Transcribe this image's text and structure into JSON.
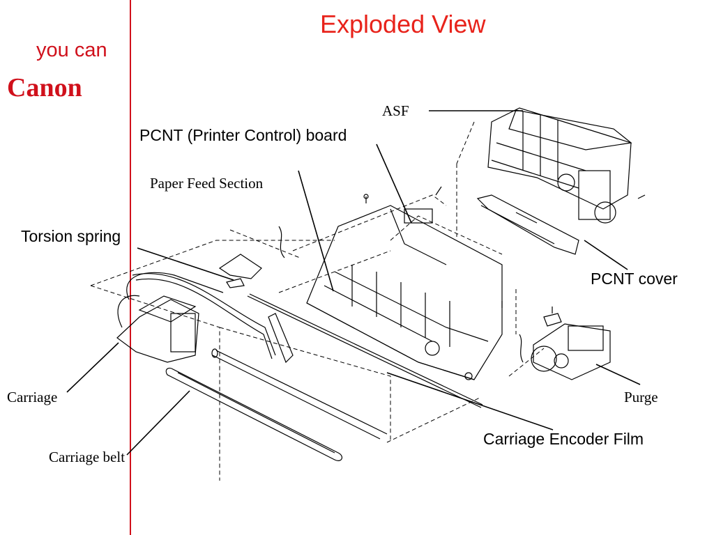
{
  "title": "Exploded View",
  "brand": {
    "tagline": "you can",
    "logo": "Canon"
  },
  "labels": {
    "asf": "ASF",
    "pcnt_board": "PCNT (Printer Control) board",
    "paper_feed": "Paper Feed Section",
    "torsion_spring": "Torsion spring",
    "pcnt_cover": "PCNT cover",
    "carriage": "Carriage",
    "purge": "Purge",
    "carriage_encoder_film": "Carriage Encoder Film",
    "carriage_belt": "Carriage belt"
  },
  "colors": {
    "title": "#e8231b",
    "brand": "#d0101b",
    "divider": "#d0101b"
  }
}
